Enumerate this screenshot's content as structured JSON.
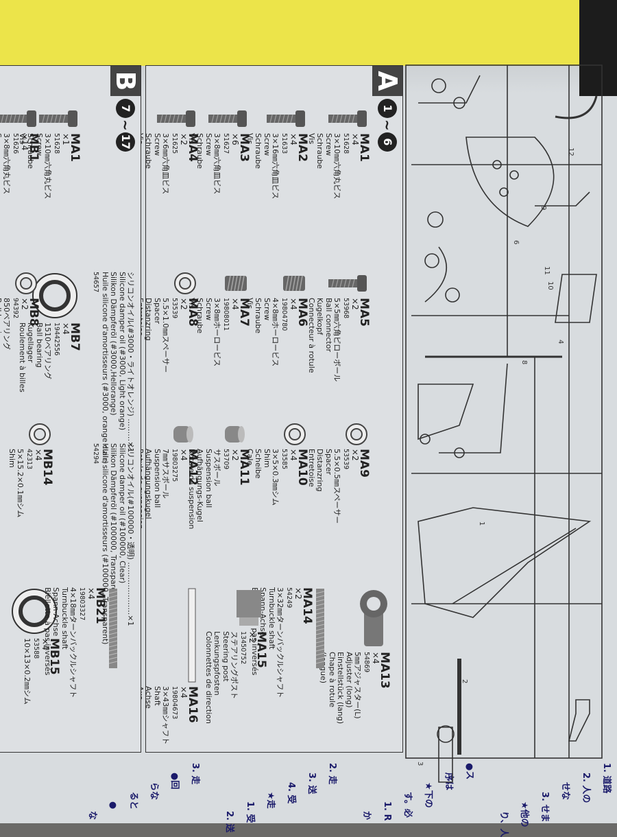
{
  "yellow_sheet": {
    "lines": [
      "1. 道路",
      "2. 人の",
      "せな",
      "3. せま",
      "★他の",
      "り、人",
      "●ス",
      "序は",
      "★下の",
      "す。必",
      "1. R",
      "か",
      "2. 走",
      "3. 送",
      "4. 受",
      "★走",
      "1. 受",
      "2. 送",
      "3. 走",
      "●回",
      "らな",
      "ると",
      "●",
      "な"
    ]
  },
  "sprue_numbers": [
    "1",
    "2",
    "3",
    "4",
    "6",
    "8",
    "9",
    "10",
    "11",
    "12"
  ],
  "section_a": {
    "letter": "A",
    "range_start": "1",
    "range_end": "6",
    "parts": [
      {
        "code": "MA1",
        "qty": "×4",
        "number": "51628",
        "jp": "3×10㎜六角丸ビス",
        "names": [
          "Screw",
          "Schraube",
          "Vis"
        ]
      },
      {
        "code": "MA2",
        "qty": "×4",
        "number": "51633",
        "jp": "3×16㎜六角皿ビス",
        "names": [
          "Screw",
          "Schraube",
          "Vis"
        ]
      },
      {
        "code": "MA3",
        "qty": "×6",
        "number": "51627",
        "jp": "3×8㎜六角皿ビス",
        "names": [
          "Screw",
          "Schraube",
          "Vis"
        ]
      },
      {
        "code": "MA4",
        "qty": "×2",
        "number": "51625",
        "jp": "3×6㎜六角皿ビス",
        "names": [
          "Screw",
          "Schraube",
          "Vis"
        ]
      },
      {
        "code": "MA5",
        "qty": "×2",
        "number": "53968",
        "jp": "5×5㎜六角ピローボール",
        "names": [
          "Ball connector",
          "Kugelkopf",
          "Connecteur à rotule"
        ]
      },
      {
        "code": "MA6",
        "qty": "×4",
        "number": "19804780",
        "jp": "4×8㎜ホーロービス",
        "names": [
          "Screw",
          "Schraube",
          "Vis"
        ]
      },
      {
        "code": "MA7",
        "qty": "×4",
        "number": "19808011",
        "jp": "3×8㎜ホーロービス",
        "names": [
          "Screw",
          "Schraube",
          "Vis"
        ]
      },
      {
        "code": "MA8",
        "qty": "×2",
        "number": "53539",
        "jp": "5.5×1.0㎜スペーサー",
        "names": [
          "Spacer",
          "Distanzring",
          "Entretoise"
        ]
      },
      {
        "code": "MA9",
        "qty": "×2",
        "number": "53539",
        "jp": "5.5×0.5㎜スペーサー",
        "names": [
          "Spacer",
          "Distanzring",
          "Entretoise"
        ]
      },
      {
        "code": "MA10",
        "qty": "×4",
        "number": "53585",
        "jp": "3×5×0.3㎜シム",
        "names": [
          "Shim",
          "Scheibe",
          "Cale"
        ]
      },
      {
        "code": "MA11",
        "qty": "×2",
        "number": "53709",
        "jp": "サスボール",
        "names": [
          "Suspension ball",
          "Aufhängungs-Kugel",
          "Rotule de suspension"
        ]
      },
      {
        "code": "MA12",
        "qty": "×4",
        "number": "19803275",
        "jp": "7㎜サスボール",
        "names": [
          "Suspension ball",
          "Aufhängungskugel",
          "Rotule de suspension"
        ]
      },
      {
        "code": "MA13",
        "qty": "×4",
        "number": "54869",
        "jp": "5㎜アジャスター(L)",
        "names": [
          "Adjuster (long)",
          "Einstellstück (lang)",
          "Chape à rotule",
          "(longue)"
        ]
      },
      {
        "code": "MA14",
        "qty": "×2",
        "number": "54249",
        "jp": "3×32㎜ターンバックルシャフト",
        "names": [
          "Turnbuckle shaft",
          "Spann-Achse",
          "Biellette à pas inversés"
        ]
      },
      {
        "code": "MA15",
        "qty": "×2",
        "number": "13450752",
        "jp": "ステアリングポスト",
        "names": [
          "Steering post",
          "Lenkungspfosten",
          "Colonnettes de direction"
        ]
      },
      {
        "code": "MA16",
        "qty": "×4",
        "number": "19804673",
        "jp": "3×43㎜シャフト",
        "names": [
          "Shaft",
          "Achse",
          "Axe"
        ]
      }
    ]
  },
  "section_b": {
    "letter": "B",
    "range_start": "7",
    "range_end": "17",
    "oils": [
      {
        "jp": "シリコンオイル(#3000・ライトオレンジ) ………×1",
        "names": [
          "Silicone damper oil (#3000, Light orange)",
          "Silikon Dämpferöl (#3000,Hellorange)",
          "Huile silicone d'amortisseurs (#3000, orange clair)"
        ],
        "number": "54657"
      },
      {
        "jp": "シリコンオイル(#100000・透明) …………………×1",
        "names": [
          "Silicone damper oil (#100000, Clear)",
          "Silikon Dämpferöl (#100000, Transparent)",
          "Huile silicone d'amortisseurs (#100000, Transparent)"
        ],
        "number": "54294"
      }
    ],
    "parts": [
      {
        "code": "MA1",
        "qty": "×1",
        "number": "51628",
        "jp": "3×10㎜六角丸ビス",
        "names": [
          "Screw",
          "Schraube",
          "Vis"
        ]
      },
      {
        "code": "MB1",
        "qty": "×14",
        "number": "51626",
        "jp": "3×8㎜六角丸ビス",
        "names": [
          "Screw",
          "Schraube",
          "Vis"
        ]
      },
      {
        "code": "MB7",
        "qty": "×4",
        "number": "19442556",
        "jp": "1510ベアリング",
        "names": [
          "Ball bearing",
          "Kugellager",
          "Roulement à billes"
        ]
      },
      {
        "code": "MB8",
        "qty": "×2",
        "number": "94392",
        "jp": "850ベアリング",
        "names": [
          "Ball bearing",
          "Kugellager",
          "Roulement à billes"
        ]
      },
      {
        "code": "MB14",
        "qty": "×4",
        "number": "42313",
        "jp": "5×15.2×0.1㎜シム",
        "names": [
          "Shim"
        ]
      },
      {
        "code": "MB15",
        "qty": "×4",
        "number": "53588",
        "jp": "10×13×0.2㎜シム",
        "names": []
      },
      {
        "code": "MB21",
        "qty": "×4",
        "number": "19803327",
        "jp": "4×18㎜ターンバックルシャフト",
        "names": [
          "Turnbuckle shaft",
          "Spann-Achse",
          "Biellette à pas inversés"
        ]
      }
    ]
  },
  "colors": {
    "paper": "#dde0e3",
    "ink": "#222222",
    "yellow": "#ece44a",
    "bg": "#6b6a68"
  }
}
